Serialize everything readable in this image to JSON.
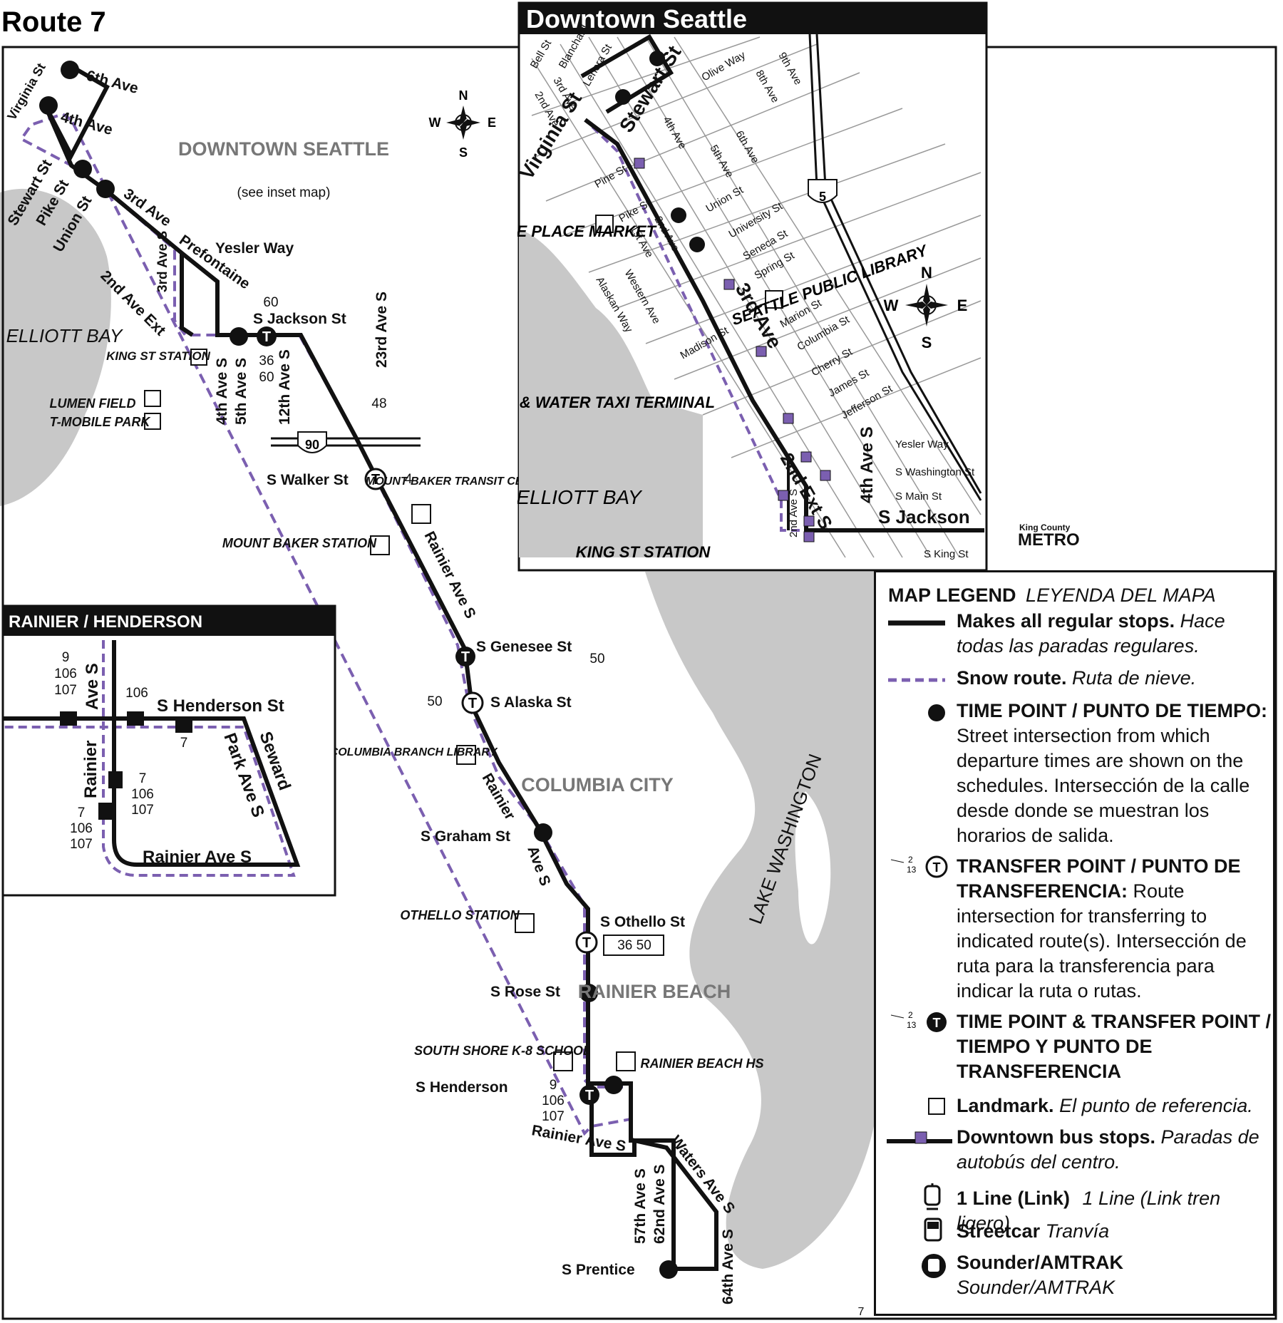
{
  "route_title": "Route 7",
  "inset_downtown": {
    "title": "Downtown Seattle",
    "streets": [
      "Bell St",
      "Blanchard",
      "Lenora St",
      "3rd Ave",
      "2nd Ave",
      "Olive Way",
      "8th Ave",
      "9th Ave",
      "Stewart St",
      "Virginia St",
      "4th Ave",
      "5th Ave",
      "6th Ave",
      "Pine St",
      "Pike St",
      "1st Ave",
      "2nd Ave",
      "Union St",
      "University St",
      "Seneca St",
      "Spring St",
      "Western Ave",
      "Alaskan Way",
      "Madison St",
      "3rd Ave",
      "Marion St",
      "Columbia St",
      "Cherry St",
      "James St",
      "Jefferson St",
      "Yesler Way",
      "S Washington St",
      "S Main St",
      "2nd Ext S",
      "2nd Ave S",
      "4th Ave S",
      "S Jackson",
      "S King St"
    ],
    "landmarks": [
      "PIKE PLACE MARKET",
      "SEATTLE PUBLIC LIBRARY",
      "FERRY & WATER TAXI TERMINAL",
      "KING ST STATION"
    ],
    "water": "ELLIOTT BAY",
    "interstate": "5"
  },
  "main_map": {
    "area_labels": [
      "DOWNTOWN SEATTLE",
      "(see inset map)",
      "COLUMBIA CITY",
      "RAINIER BEACH"
    ],
    "water": [
      "ELLIOTT BAY",
      "LAKE WASHINGTON"
    ],
    "streets": [
      "Virginia St",
      "6th Ave",
      "4th Ave",
      "Stewart St",
      "Pike St",
      "Union St",
      "3rd Ave",
      "Prefontaine",
      "Yesler Way",
      "3rd Ave S",
      "2nd Ave Ext",
      "S Jackson St",
      "4th Ave S",
      "5th Ave S",
      "12th Ave S",
      "23rd Ave S",
      "S Walker St",
      "Rainier Ave S",
      "S Genesee St",
      "S Alaska St",
      "Rainier",
      "Ave S",
      "S Graham St",
      "S Othello St",
      "S Rose St",
      "S Henderson",
      "Rainier Ave S",
      "57th Ave S",
      "62nd Ave S",
      "Waters Ave S",
      "64th Ave S",
      "S Prentice"
    ],
    "landmarks": [
      "KING ST STATION",
      "LUMEN FIELD",
      "T-MOBILE PARK",
      "MOUNT BAKER TRANSIT CENTER",
      "MOUNT BAKER STATION",
      "COLUMBIA BRANCH LIBRARY",
      "OTHELLO STATION",
      "SOUTH SHORE K-8 SCHOOL",
      "RAINIER BEACH HS"
    ],
    "transfers": [
      "60",
      "36",
      "60",
      "48",
      "4",
      "50",
      "50",
      "36  50",
      "9",
      "106",
      "107"
    ],
    "interstate": "90",
    "page_number": "7"
  },
  "inset_rainier": {
    "title": "RAINIER / HENDERSON",
    "streets": [
      "Ave S",
      "S Henderson St",
      "Rainier",
      "Park Ave S",
      "Seward",
      "Rainier Ave S"
    ],
    "routes": [
      "9",
      "106",
      "107",
      "106",
      "7",
      "7",
      "106",
      "107",
      "7",
      "106",
      "107"
    ]
  },
  "logo": {
    "line1": "King County",
    "line2": "METRO"
  },
  "compass": {
    "n": "N",
    "s": "S",
    "e": "E",
    "w": "W"
  },
  "legend": {
    "title_en": "MAP LEGEND",
    "title_es": "LEYENDA DEL MAPA",
    "items": [
      {
        "bold": "Makes all regular stops.",
        "text": "Hace todas las paradas regulares."
      },
      {
        "bold": "Snow route.",
        "text": "Ruta de nieve."
      },
      {
        "bold": "TIME POINT / PUNTO DE TIEMPO:",
        "text": "Street intersection from which departure times are shown on the schedules. Intersección de la calle desde donde se muestran los horarios de salida."
      },
      {
        "bold": "TRANSFER POINT / PUNTO DE TRANSFERENCIA:",
        "text": "Route intersection for transferring to indicated route(s). Intersección de ruta para la transferencia para indicar la ruta o rutas."
      },
      {
        "bold": "TIME POINT & TRANSFER POINT / TIEMPO Y PUNTO DE TRANSFERENCIA",
        "text": ""
      },
      {
        "bold": "Landmark.",
        "text": "El punto de referencia."
      },
      {
        "bold": "Downtown bus stops.",
        "text": "Paradas de autobús del centro."
      },
      {
        "bold": "1 Line (Link)",
        "text": "1 Line (Link tren ligero)"
      },
      {
        "bold": "Streetcar",
        "text": "Tranvía"
      },
      {
        "bold": "Sounder/AMTRAK",
        "text": "Sounder/AMTRAK"
      }
    ],
    "sample_routes": [
      "2",
      "13"
    ]
  },
  "colors": {
    "route": "#111111",
    "snow": "#7b5fb0",
    "water": "#c8c8c8",
    "stop": "#7b5fb0"
  }
}
